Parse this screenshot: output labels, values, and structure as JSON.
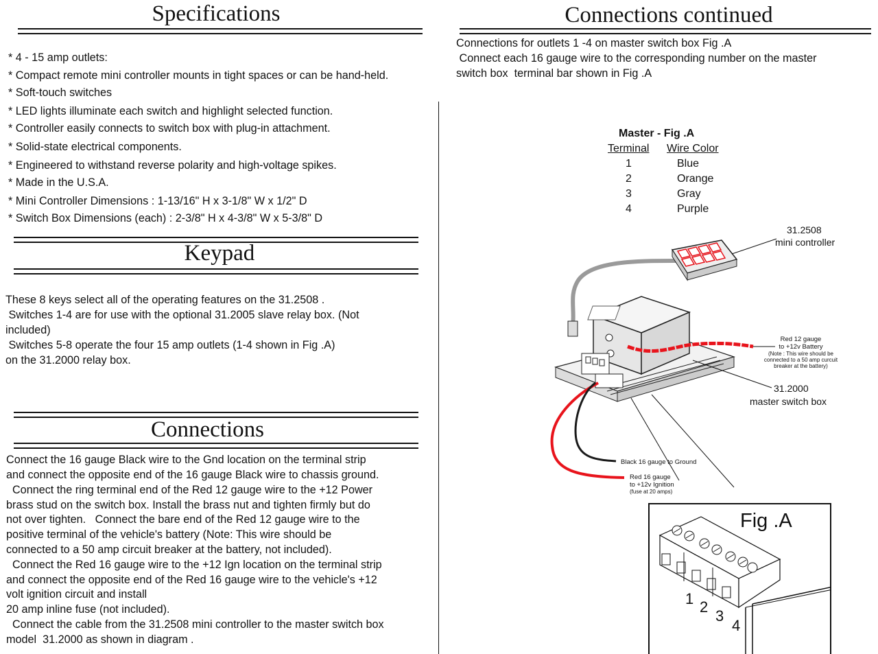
{
  "specifications": {
    "title": "Specifications",
    "items": [
      "* 4 - 15 amp outlets:",
      "* Compact remote mini controller mounts in tight spaces or can be hand-held.",
      "* Soft-touch switches",
      "* LED lights illuminate each switch and highlight selected function.",
      "* Controller easily connects to switch box with plug-in attachment.",
      "* Solid-state electrical components.",
      "* Engineered to withstand reverse polarity and high-voltage spikes.",
      "* Made in the U.S.A.",
      "* Mini Controller Dimensions : 1-13/16\" H x 3-1/8\" W x 1/2\" D",
      "* Switch Box Dimensions (each) : 2-3/8\" H x 4-3/8\" W x 5-3/8\" D"
    ]
  },
  "keypad": {
    "title": "Keypad",
    "lines": [
      "These 8 keys select all of the operating features on the 31.2508 .",
      " Switches 1-4 are for use with the optional 31.2005 slave relay box. (Not",
      "included)",
      " Switches 5-8 operate the four 15 amp outlets (1-4 shown in Fig .A)",
      "on the 31.2000 relay box."
    ]
  },
  "connections": {
    "title": "Connections",
    "lines": [
      "Connect the 16 gauge Black wire to the Gnd location on the terminal strip",
      "and connect the opposite end of the 16 gauge Black wire to chassis ground.",
      "  Connect the ring terminal end of the Red 12 gauge wire to the +12 Power",
      "brass stud on the switch box. Install the brass nut and tighten firmly but do",
      "not over tighten.   Connect the bare end of the Red 12 gauge wire to the",
      "positive terminal of the vehicle's battery (Note: This wire should be",
      "connected to a 50 amp circuit breaker at the battery, not included).",
      "  Connect the Red 16 gauge wire to the +12 Ign location on the terminal strip",
      "and connect the opposite end of the Red 16 gauge wire to the vehicle's +12",
      "volt ignition circuit and install",
      "20 amp inline fuse (not included).",
      "  Connect the cable from the 31.2508 mini controller to the master switch box",
      "model  31.2000 as shown in diagram ."
    ]
  },
  "connections_continued": {
    "title": "Connections continued",
    "lines": [
      "Connections for outlets 1 -4 on master switch box Fig .A",
      " Connect each 16 gauge wire to the corresponding number on the master",
      "switch box  terminal bar shown in Fig .A"
    ]
  },
  "wire_table": {
    "caption": "Master - Fig .A",
    "headers": [
      "Terminal",
      "Wire Color"
    ],
    "rows": [
      {
        "terminal": "1",
        "color": "Blue"
      },
      {
        "terminal": "2",
        "color": "Orange"
      },
      {
        "terminal": "3",
        "color": "Gray"
      },
      {
        "terminal": "4",
        "color": "Purple"
      }
    ]
  },
  "diagram": {
    "controller_label_1": "31.2508",
    "controller_label_2": "mini controller",
    "battery_label": [
      "Red 12 gauge",
      "to +12v Battery",
      "(Note : This wire should be",
      "connected to a 50 amp curcuit",
      "breaker at the battery)"
    ],
    "box_label_1": "31.2000",
    "box_label_2": "master switch box",
    "ground_label": "Black 16 gauge to Ground",
    "ignition_label": [
      "Red 16 gauge",
      "to +12v Ignition",
      "(fuse at 20 amps)"
    ],
    "fig_title": "Fig .A",
    "terminal_numbers": [
      "1",
      "2",
      "3",
      "4"
    ],
    "colors": {
      "red_wire": "#e8141c",
      "black_wire": "#1a1a1a",
      "cable": "#9a9a9a"
    }
  }
}
